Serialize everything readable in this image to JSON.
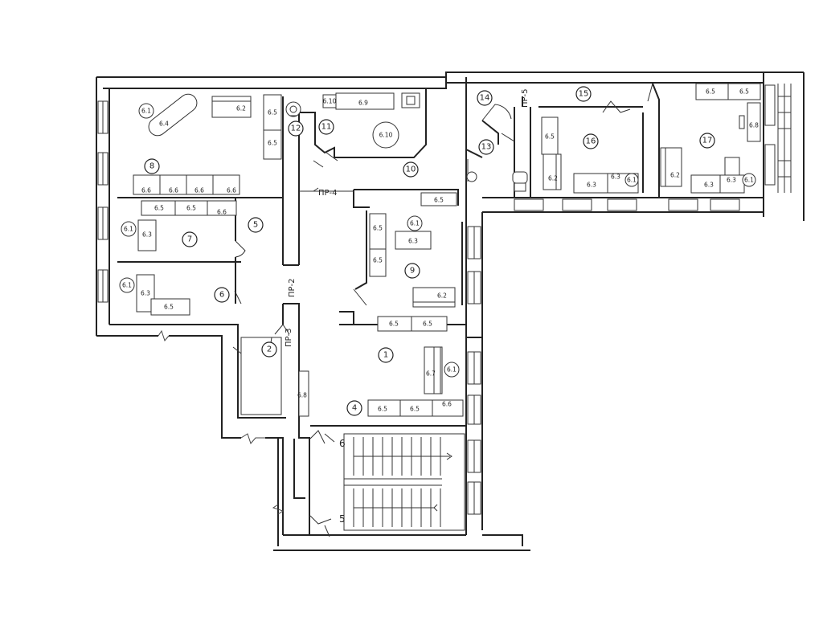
{
  "rooms": [
    "1",
    "2",
    "4",
    "5",
    "6",
    "7",
    "8",
    "9",
    "10",
    "11",
    "12",
    "13",
    "14",
    "15",
    "16",
    "17"
  ],
  "passages": {
    "pr2": "ПР-2",
    "pr3": "ПР-3",
    "pr4": "ПР-4",
    "pr5": "ПР-5"
  },
  "stair_labels": {
    "upper": "6",
    "lower": "5"
  },
  "furniture": {
    "r8_chair": "6.1",
    "r8_table": "6.4",
    "r8_sofa": "6.2",
    "r8_cab_top": "6.5",
    "r8_cab_bot": "6.5",
    "r8_row_1": "6.6",
    "r8_row_2": "6.6",
    "r8_row_3": "6.6",
    "r8_row_4": "6.6",
    "r7_cab_1": "6.5",
    "r7_cab_2": "6.5",
    "r7_cab_3": "6.6",
    "r7_chair": "6.1",
    "r7_desk": "6.3",
    "r6_chair": "6.1",
    "r6_desk": "6.3",
    "r6_cab": "6.5",
    "r10_small": "6.10",
    "r10_top": "6.9",
    "r10_round": "6.10",
    "r9_top": "6.5",
    "r9_chair": "6.1",
    "r9_cab_1": "6.5",
    "r9_desk": "6.3",
    "r9_cab_2": "6.5",
    "r9_sofa": "6.2",
    "r1_cab_1": "6.5",
    "r1_cab_2": "6.5",
    "r1_desk": "6.7",
    "r1_chair": "6.1",
    "r1_bot_1": "6.5",
    "r1_bot_2": "6.5",
    "r1_bot_3": "6.6",
    "r2_cab": "6.8",
    "r16_cab": "6.5",
    "r16_sofa": "6.2",
    "r16_desk_1": "6.3",
    "r16_desk_2": "6.3",
    "r16_chair": "6.1",
    "r17_top_1": "6.5",
    "r17_top_2": "6.5",
    "r17_side": "6.8",
    "r17_sofa": "6.2",
    "r17_desk_1": "6.3",
    "r17_desk_2": "6.3",
    "r17_chair": "6.1"
  }
}
